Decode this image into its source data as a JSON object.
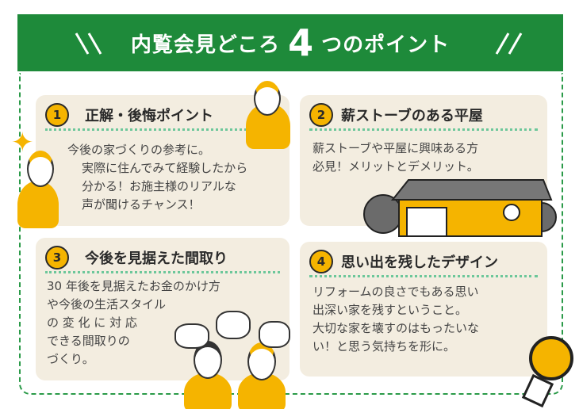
{
  "header": {
    "title_before": "内覧会見どころ",
    "number": "4",
    "title_after": "つのポイント"
  },
  "points": [
    {
      "number": "1",
      "title": "正解・後悔ポイント",
      "lines": [
        "今後の家づくりの参考に。",
        "実際に住んでみて経験したから",
        "分かる！お施主様のリアルな",
        "声が聞けるチャンス！"
      ]
    },
    {
      "number": "2",
      "title": "薪ストーブのある平屋",
      "lines": [
        "薪ストーブや平屋に興味ある方",
        "必見！メリットとデメリット。"
      ]
    },
    {
      "number": "3",
      "title": "今後を見据えた間取り",
      "lines": [
        "30 年後を見据えたお金のかけ方",
        "や今後の生活スタイル",
        "の 変 化 に 対 応",
        "できる間取りの",
        "づくり。"
      ]
    },
    {
      "number": "4",
      "title": "思い出を残したデザイン",
      "lines": [
        "リフォームの良さでもある思い",
        "出深い家を残すということ。",
        "大切な家を壊すのはもったいな",
        "い！と思う気持ちを形に。"
      ]
    }
  ],
  "colors": {
    "green": "#1e8a3a",
    "yellow": "#f5b400",
    "card": "#f3ede0"
  }
}
